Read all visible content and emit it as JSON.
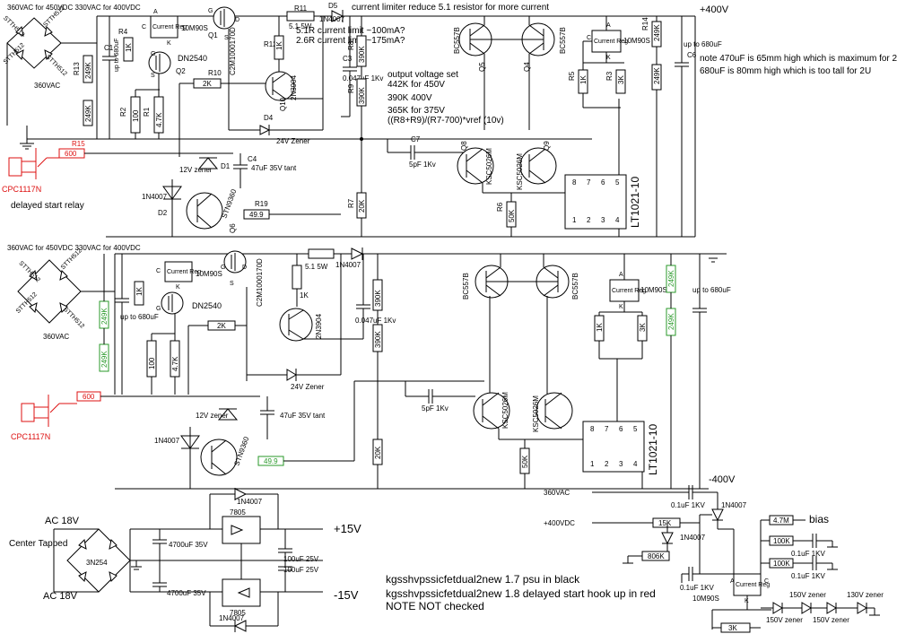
{
  "top_left_note": "360VAC for 450VDC 330VAC for 400VDC",
  "mid_left_note": "360VAC for 450VDC 330VAC for 400VDC",
  "rail_plus": "+400V",
  "rail_minus": "-400V",
  "limiter_note": "current limiter reduce 5.1 resistor for more current",
  "limit_note_1": "5.1R current limit ~100mA?",
  "limit_note_2": "2.6R current limit ~175mA?",
  "output_note_title": "output voltage set",
  "output_note_1": "442K for 450V",
  "output_note_2": "390K 400V",
  "output_note_3": "365K for 375V",
  "output_note_4": "((R8+R9)/(R7-700)*vref (10v)",
  "cap_note_1": "note 470uF is 65mm high which is maximum for 2U",
  "cap_note_2": "680uF is 80mm high which is too tall for 2U",
  "delayed_start": "delayed start relay",
  "relay_label": "CPC1117N",
  "relay_label_2": "CPC1117N",
  "bridge_diode": "STTH512",
  "vac_label": "360VAC",
  "vac_label_2": "360VAC",
  "cap_up_to": "up to 680uF",
  "c1_label": "C1",
  "r13_label": "R13",
  "r13_val": "249K",
  "r13b_val": "249K",
  "r4_label": "R4",
  "r4_val": "1K",
  "r2_label": "R2",
  "r2_val": "100",
  "r1_label": "R1",
  "r1_val": "4.7K",
  "r10_label": "R10",
  "r10_val": "2K",
  "r11_label": "R11",
  "r11_val": "5.1 5W",
  "r12_label": "R12",
  "r12_val": "1K",
  "q1_label": "Q1",
  "q1_part": "C2M1000170D",
  "q2_label": "Q2",
  "q2_part": "DN2540",
  "q10_label": "Q10",
  "q10_part": "2N3904",
  "d4_label": "D4",
  "zener24": "24V Zener",
  "d5_label": "D5",
  "d5_part": "1N4007",
  "c3_label": "C3",
  "c3_val": "0.047uF 1Kv",
  "r8_label": "R8",
  "r8_val": "390K",
  "r9_label": "R9",
  "r9_val": "390K",
  "q5_part": "BC557B",
  "q5_label": "Q5",
  "q4_part": "BC557B",
  "q4_label": "Q4",
  "q8_part": "KSC5026M",
  "q8_label": "Q8",
  "q9_part": "KSC5026M",
  "q9_label": "Q9",
  "c7_label": "C7",
  "c7_val": "5pF 1Kv",
  "r7_label": "R7",
  "r7_val": "20K",
  "r6_label": "R6",
  "r6_val": "50K",
  "ic_part": "LT1021-10",
  "ic_pins_top": [
    "8",
    "7",
    "6",
    "5"
  ],
  "ic_pins_bottom": [
    "1",
    "2",
    "3",
    "4"
  ],
  "reg_part": "10M90S",
  "reg_text": "Current Reg",
  "r5_label": "R5",
  "r5_val": "1K",
  "r3_label": "R3",
  "r3_val": "3K",
  "r14_label": "R14",
  "r14_val": "249K",
  "r14b_val": "249K",
  "c6_label": "C6",
  "c6_val": "up to 680uF",
  "r15_label": "R15",
  "r15_val": "600",
  "c4_label": "C4",
  "c4_val": "47uF 35V tant",
  "zener12": "12V zener",
  "d1_label": "D1",
  "d2_label": "D2",
  "d2_part": "1N4007",
  "q6_part": "STN9360",
  "q6_label": "Q6",
  "r19_label": "R19",
  "r19_val": "49.9",
  "pin_g": "G",
  "pin_s": "S",
  "pin_d": "D",
  "pin_a": "A",
  "pin_c": "C",
  "pin_k": "K",
  "b_r4_val": "1K",
  "b_r2_val": "100",
  "b_r1_val": "4.7K",
  "b_r10_val": "2K",
  "b_r11_val": "5.1 5W",
  "b_r12_val": "1K",
  "b_r8_val": "390K",
  "b_r9_val": "390K",
  "b_r7_val": "20K",
  "b_r6_val": "50K",
  "b_r5_val": "1K",
  "b_r3_val": "3K",
  "b_r15_val": "600",
  "b_r19_val": "49.9",
  "psu_ac1": "AC 18V",
  "psu_ct": "Center Tapped",
  "psu_ac2": "AC 18V",
  "psu_bridge": "3N254",
  "psu_cap1": "4700uF 35V",
  "psu_cap2": "4700uF 35V",
  "psu_cap3": "100uF 25V",
  "psu_cap4": "100uF 25V",
  "psu_cap5": "0.1uF 1KV",
  "psu_cap6": "0.1uF 1KV",
  "psu_reg_pos": "7805",
  "psu_reg_neg": "7805",
  "psu_diode": "1N4007",
  "psu_diode2": "1N4007",
  "psu_plus": "+15V",
  "psu_minus": "-15V",
  "bias_360": "360VAC",
  "bias_400": "+400VDC",
  "bias_15k": "15K",
  "bias_806k": "806K",
  "bias_47m": "4.7M",
  "bias_label": "bias",
  "bias_100k_1": "100K",
  "bias_100k_2": "100K",
  "bias_cap_a": "0.1uF 1KV",
  "bias_cap_b": "0.1uF 1KV",
  "bias_cap_c": "0.1uF 1KV",
  "bias_cap_d": "0.1uF 1KV",
  "bias_reg": "10M90S",
  "bias_3k": "3K",
  "bias_diode": "1N4007",
  "bias_diode2": "1N4007",
  "zener150_1": "150V zener",
  "zener150_2": "150V zener",
  "zener150_3": "150V zener",
  "zener130": "130V zener",
  "footer_1": "kgsshvpssicfetdual2new 1.7 psu in black",
  "footer_2": "kgsshvpssicfetdual2new 1.8 delayed start hook up in red",
  "footer_3": "NOTE NOT checked",
  "colors": {
    "ink": "#000000",
    "revision_red": "#d11111",
    "revision_green": "#2a9a2a",
    "paper": "#ffffff"
  }
}
